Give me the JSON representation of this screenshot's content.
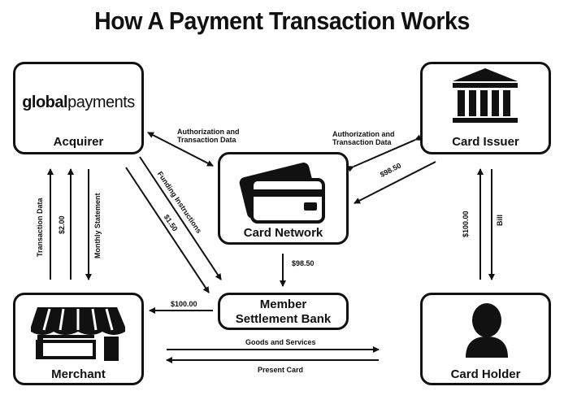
{
  "title": "How A Payment Transaction Works",
  "nodes": {
    "acquirer": {
      "label": "Acquirer",
      "logo_bold": "global",
      "logo_rest": "payments",
      "icon": "globalpayments-logo"
    },
    "card_network": {
      "label": "Card Network",
      "icon": "credit-cards-icon"
    },
    "card_issuer": {
      "label": "Card Issuer",
      "icon": "bank-building-icon"
    },
    "member_bank": {
      "line1": "Member",
      "line2": "Settlement Bank"
    },
    "merchant": {
      "label": "Merchant",
      "icon": "storefront-icon"
    },
    "card_holder": {
      "label": "Card Holder",
      "icon": "person-icon"
    }
  },
  "edges": {
    "acq_net_auth_1": "Authorization and",
    "acq_net_auth_2": "Transaction Data",
    "iss_net_auth_1": "Authorization and",
    "iss_net_auth_2": "Transaction Data",
    "iss_to_net_amount": "$98.50",
    "funding": "Funding Instructions",
    "acq_to_bank_amount": "$1.50",
    "net_to_bank_amount": "$98.50",
    "bank_to_merchant_amount": "$100.00",
    "transaction_data": "Transaction Data",
    "merchant_fee": "$2.00",
    "monthly_statement": "Monthly Statement",
    "holder_to_issuer_amount": "$100.00",
    "bill": "Bill",
    "goods_services": "Goods and Services",
    "present_card": "Present Card"
  },
  "colors": {
    "ink": "#111111",
    "background": "#ffffff"
  }
}
